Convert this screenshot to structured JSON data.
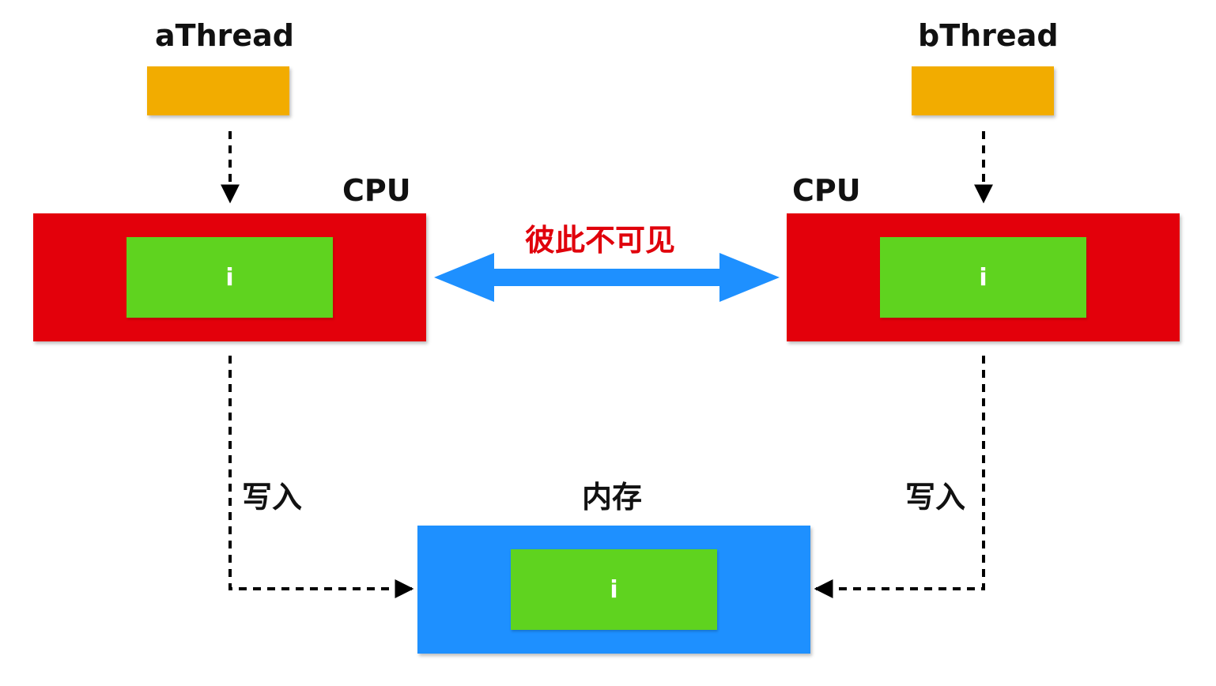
{
  "threads": {
    "a": {
      "label": "aThread"
    },
    "b": {
      "label": "bThread"
    }
  },
  "cpus": {
    "left": {
      "label": "CPU",
      "var": "i"
    },
    "right": {
      "label": "CPU",
      "var": "i"
    }
  },
  "visibility": {
    "label": "彼此不可见"
  },
  "memory": {
    "label": "内存",
    "var": "i"
  },
  "writes": {
    "left": {
      "label": "写入"
    },
    "right": {
      "label": "写入"
    }
  },
  "colors": {
    "thread": "#f2ac00",
    "cpu": "#e3000b",
    "variable": "#5fd31f",
    "memory": "#1e90ff",
    "visibility_arrow": "#1e90ff",
    "warning_text": "#e0000b",
    "connector": "#000000"
  }
}
